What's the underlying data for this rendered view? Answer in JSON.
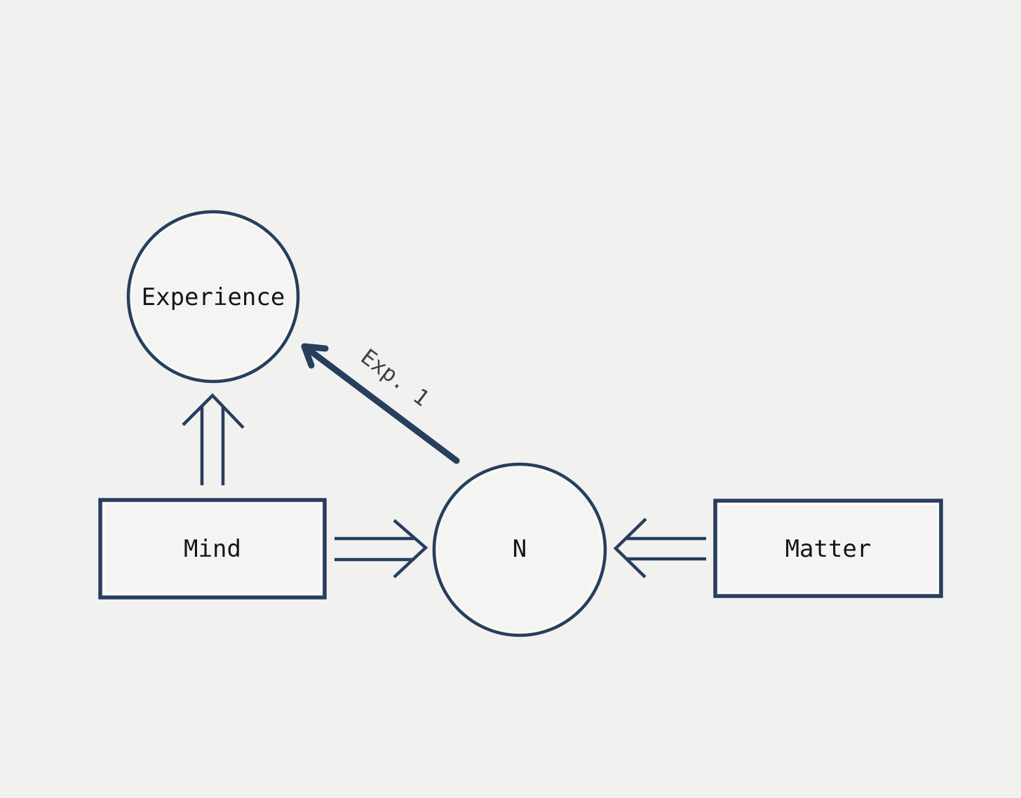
{
  "diagram": {
    "colors": {
      "background": "#f1f1ef",
      "stroke": "#273e5d",
      "shape_fill": "#f4f4f2",
      "node_label": "#161616",
      "edge_label": "#3d4045",
      "halo": "#ffffff"
    },
    "nodes": {
      "experience": {
        "shape": "circle",
        "label": "Experience"
      },
      "n": {
        "shape": "circle",
        "label": "N"
      },
      "mind": {
        "shape": "rectangle",
        "label": "Mind"
      },
      "matter": {
        "shape": "rectangle",
        "label": "Matter"
      }
    },
    "edges": {
      "mind_to_experience": {
        "from": "Mind",
        "to": "Experience",
        "style": "double-line-arrow",
        "direction": "up",
        "label": ""
      },
      "mind_to_n": {
        "from": "Mind",
        "to": "N",
        "style": "double-line-arrow",
        "direction": "right",
        "label": ""
      },
      "matter_to_n": {
        "from": "Matter",
        "to": "N",
        "style": "double-line-arrow",
        "direction": "left",
        "label": ""
      },
      "n_to_experience": {
        "from": "N",
        "to": "Experience",
        "style": "solid-thick-arrow",
        "direction": "up-left",
        "label": "Exp. 1"
      }
    }
  }
}
